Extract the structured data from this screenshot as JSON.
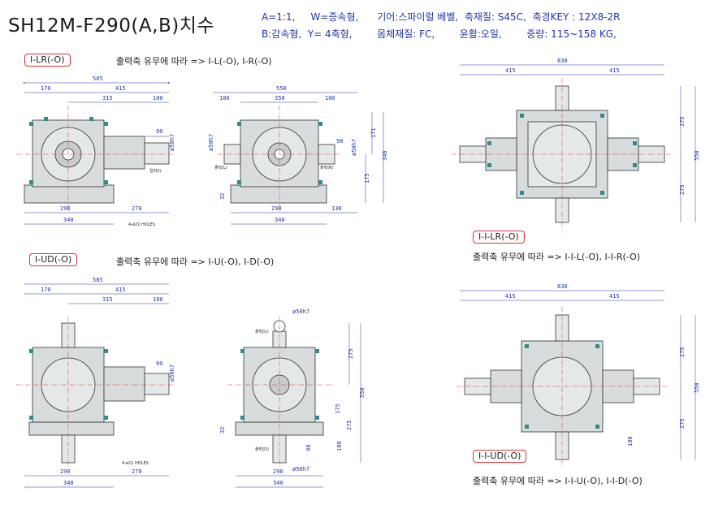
{
  "title": "SH12M-F290(A,B)치수",
  "spec": {
    "line1": "A=1:1,     W=증속형,      기어:스파이럴 베벨,  축재질: S45C,  축경KEY : 12X8-2R",
    "line2": "B:감속형,  Y= 4축형,        몸체재질: FC,        윤활:오일,        중량: 115~158 KG,"
  },
  "views": {
    "ilr": {
      "label": "I-LR(-O)",
      "note": "출력축 유무에 따라 => I-L(-O), I-R(-O)"
    },
    "iud": {
      "label": "I-UD(-O)",
      "note": "출력축 유무에 따라 => I-U(-O), I-D(-O)"
    },
    "iilr": {
      "label": "I-I-LR(-O)",
      "note": "출력축 유무에 따라 => I-I-L(-O), I-I-R(-O)"
    },
    "iiud": {
      "label": "I-I-UD(-O)",
      "note": "출력축 유무에 따라 => I-I-U(-O), I-I-D(-O)"
    }
  },
  "dims": {
    "d585": "585",
    "d415": "415",
    "d170": "170",
    "d315": "315",
    "d100": "100",
    "d90": "90",
    "d50h7": "ø50h7",
    "d290": "290",
    "d270": "270",
    "d340": "340",
    "d550": "550",
    "d350": "350",
    "d130": "130",
    "d171": "171",
    "d346": "346",
    "d175": "175",
    "d32": "32",
    "d830": "830",
    "d275": "275",
    "d4holes": "4-ø21 HOLES",
    "input": "입력(I)",
    "outL": "출력(L)",
    "outR": "출력(R)",
    "outU": "출력(U)",
    "outD": "출력(D)"
  },
  "colors": {
    "body": "#d8dcdc",
    "line": "#333333",
    "dim": "#2233aa",
    "center": "#e03030",
    "bolt": "#2e8c8c"
  }
}
